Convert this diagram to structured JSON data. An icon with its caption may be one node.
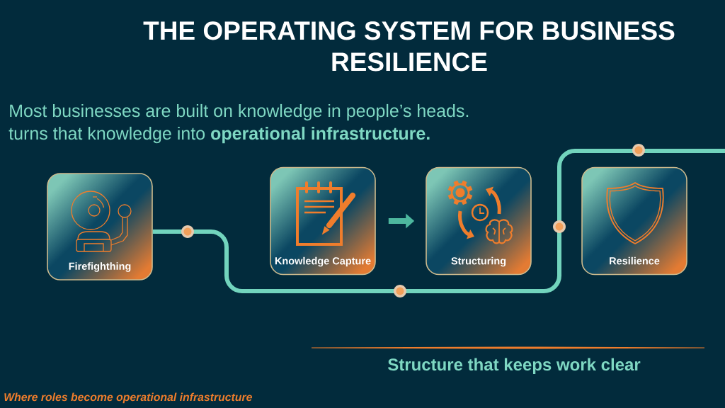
{
  "diagram": {
    "title": "THE OPERATING SYSTEM FOR BUSINESS RESILIENCE",
    "nodes": [
      {
        "text": [
          "Firefighthing"
        ]
      },
      {
        "text": [
          "Knowledge Capture"
        ]
      },
      {
        "text": [
          "Structuring"
        ]
      },
      {
        "text": [
          "Resilience"
        ]
      }
    ],
    "edges": [
      {
        "from": 0,
        "to": null,
        "arrow": "none"
      },
      {
        "from": 1,
        "to": 2,
        "arrow": "to"
      }
    ],
    "labels": [
      "Most businesses are built on knowledge in people’s heads.",
      "turns that knowledge into **operational infrastructure.**",
      "Structure that keeps work clear",
      "Where roles become operational infrastructure"
    ]
  }
}
